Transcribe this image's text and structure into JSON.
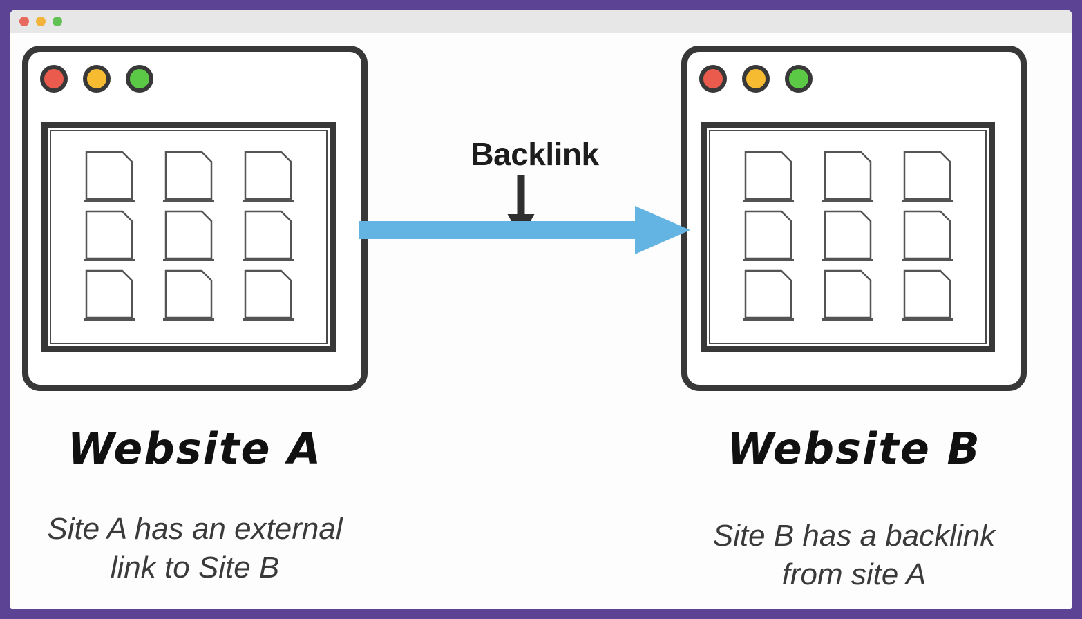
{
  "window": {
    "frame_color": "#5C4394",
    "titlebar_color": "#e7e7e7",
    "traffic_lights": [
      {
        "name": "close",
        "color": "#e8695e"
      },
      {
        "name": "minimize",
        "color": "#f2b33d"
      },
      {
        "name": "maximize",
        "color": "#62c154"
      }
    ]
  },
  "diagram": {
    "arrow_label": "Backlink",
    "arrow_color": "#63b4e3",
    "down_arrow_color": "#2f2f2f",
    "outline_color": "#383838",
    "mockups": [
      {
        "id": "a",
        "title": "Website A",
        "caption": "Site A has an external\nlink to Site B",
        "caption_line1": "Site A has an external",
        "caption_line2": "link to Site B",
        "lights": [
          {
            "name": "close",
            "color": "#eb5b4d"
          },
          {
            "name": "minimize",
            "color": "#f7bb32"
          },
          {
            "name": "maximize",
            "color": "#5bc945"
          }
        ],
        "page_count": 9
      },
      {
        "id": "b",
        "title": "Website B",
        "caption": "Site B has a backlink\nfrom site A",
        "caption_line1": "Site B has a backlink",
        "caption_line2": "from site A",
        "lights": [
          {
            "name": "close",
            "color": "#eb5b4d"
          },
          {
            "name": "minimize",
            "color": "#f7bb32"
          },
          {
            "name": "maximize",
            "color": "#5bc945"
          }
        ],
        "page_count": 9
      }
    ]
  }
}
